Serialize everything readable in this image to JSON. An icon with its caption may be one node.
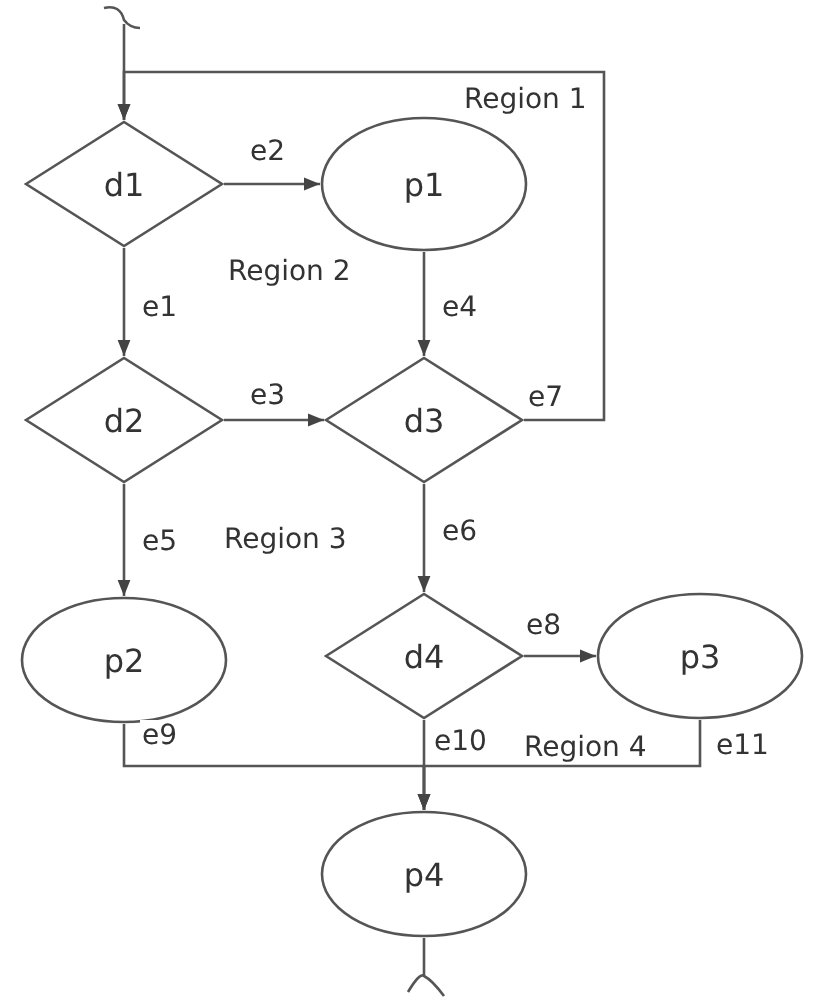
{
  "diagram": {
    "nodes": [
      {
        "text": [
          "d1"
        ]
      },
      {
        "text": [
          "p1"
        ]
      },
      {
        "text": [
          "d2"
        ]
      },
      {
        "text": [
          "d3"
        ]
      },
      {
        "text": [
          "p2"
        ]
      },
      {
        "text": [
          "d4"
        ]
      },
      {
        "text": [
          "p3"
        ]
      },
      {
        "text": [
          "p4"
        ]
      }
    ],
    "edges": [
      {
        "from": null,
        "to": 0,
        "arrow": "to"
      },
      {
        "from": 0,
        "to": 1,
        "arrow": "to",
        "label": "e2"
      },
      {
        "from": 0,
        "to": 2,
        "arrow": "to",
        "label": "e1"
      },
      {
        "from": 1,
        "to": 3,
        "arrow": "to",
        "label": "e4"
      },
      {
        "from": 2,
        "to": 3,
        "arrow": "to",
        "label": "e3"
      },
      {
        "from": 3,
        "to": 0,
        "arrow": "to",
        "label": "e7"
      },
      {
        "from": 2,
        "to": 4,
        "arrow": "to",
        "label": "e5"
      },
      {
        "from": 3,
        "to": 5,
        "arrow": "to",
        "label": "e6"
      },
      {
        "from": 5,
        "to": 6,
        "arrow": "to",
        "label": "e8"
      },
      {
        "from": 4,
        "to": 7,
        "arrow": "to",
        "label": "e9"
      },
      {
        "from": 5,
        "to": 7,
        "arrow": "to",
        "label": "e10"
      },
      {
        "from": 6,
        "to": 7,
        "arrow": "to",
        "label": "e11"
      },
      {
        "from": 7,
        "to": null,
        "arrow": "none"
      }
    ],
    "labels": [
      "Region 1",
      "Region 2",
      "Region 3",
      "Region 4"
    ]
  }
}
